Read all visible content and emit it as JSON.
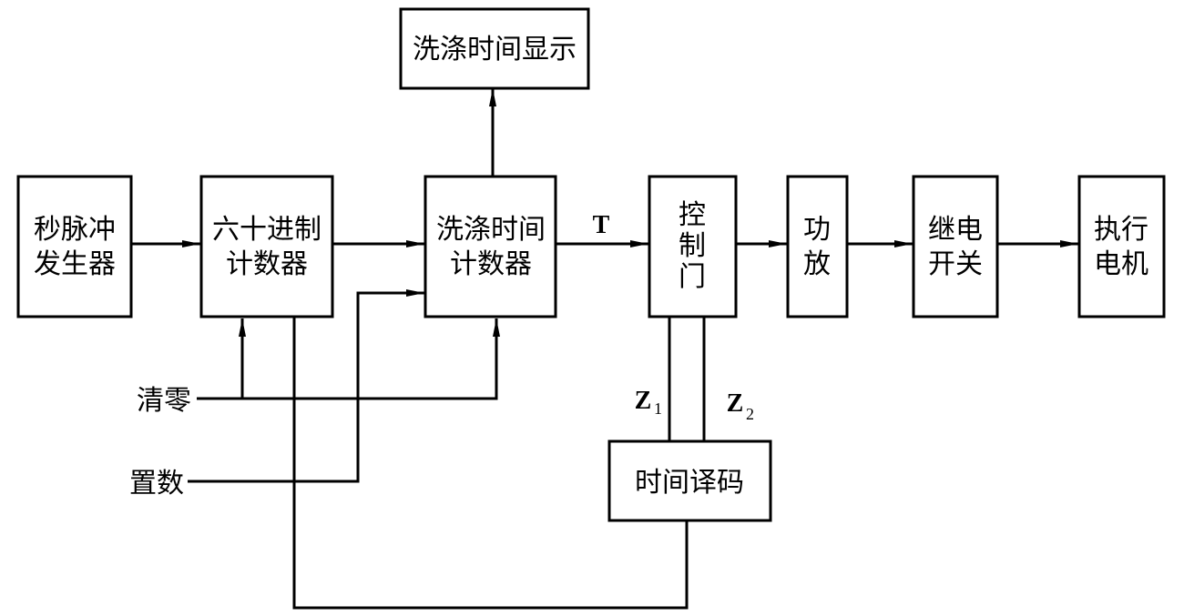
{
  "diagram": {
    "type": "block-diagram",
    "blocks": {
      "pulse_generator": {
        "lines": [
          "秒脉冲",
          "发生器"
        ]
      },
      "sixty_counter": {
        "lines": [
          "六十进制",
          "计数器"
        ]
      },
      "wash_counter": {
        "lines": [
          "洗涤时间",
          "计数器"
        ]
      },
      "wash_display": {
        "lines": [
          "洗涤时间显示"
        ]
      },
      "control_gate": {
        "lines": [
          "控",
          "制",
          "门"
        ]
      },
      "power_amp": {
        "lines": [
          "功",
          "放"
        ]
      },
      "relay_switch": {
        "lines": [
          "继电",
          "开关"
        ]
      },
      "motor": {
        "lines": [
          "执行",
          "电机"
        ]
      },
      "time_decoder": {
        "lines": [
          "时间译码"
        ]
      }
    },
    "inputs": {
      "clear": "清零",
      "preset": "置数"
    },
    "signals": {
      "t": "T",
      "z1": {
        "main": "Z",
        "sub": "1"
      },
      "z2": {
        "main": "Z",
        "sub": "2"
      }
    },
    "connections": [
      {
        "from": "秒脉冲发生器",
        "to": "六十进制计数器"
      },
      {
        "from": "六十进制计数器",
        "to": "洗涤时间计数器"
      },
      {
        "from": "洗涤时间计数器",
        "to": "洗涤时间显示"
      },
      {
        "from": "洗涤时间计数器",
        "to": "控制门",
        "label": "T"
      },
      {
        "from": "控制门",
        "to": "功放"
      },
      {
        "from": "功放",
        "to": "继电开关"
      },
      {
        "from": "继电开关",
        "to": "执行电机"
      },
      {
        "from": "时间译码",
        "to": "控制门",
        "label": "Z1"
      },
      {
        "from": "时间译码",
        "to": "控制门",
        "label": "Z2"
      },
      {
        "from": "清零",
        "to": "六十进制计数器"
      },
      {
        "from": "清零",
        "to": "洗涤时间计数器"
      },
      {
        "from": "置数",
        "to": "洗涤时间计数器"
      },
      {
        "from": "时间译码",
        "to": "六十进制计数器"
      }
    ]
  }
}
